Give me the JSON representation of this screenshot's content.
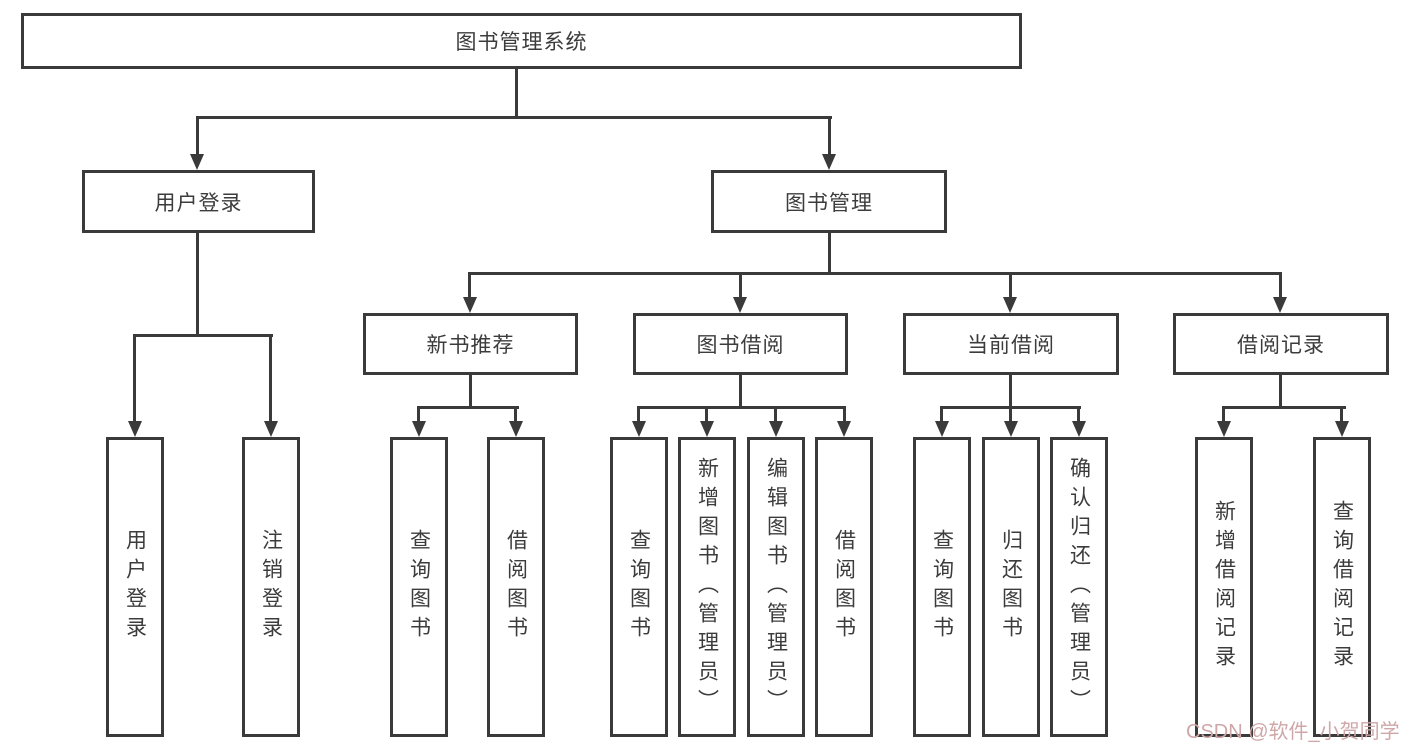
{
  "diagram": {
    "root": {
      "label": "图书管理系统"
    },
    "branches": [
      {
        "label": "用户登录",
        "children": [
          {
            "label": "用户登录"
          },
          {
            "label": "注销登录"
          }
        ]
      },
      {
        "label": "图书管理",
        "children": [
          {
            "label": "新书推荐",
            "children": [
              {
                "label": "查询图书"
              },
              {
                "label": "借阅图书"
              }
            ]
          },
          {
            "label": "图书借阅",
            "children": [
              {
                "label": "查询图书"
              },
              {
                "label": "新增图书（管理员）"
              },
              {
                "label": "编辑图书（管理员）"
              },
              {
                "label": "借阅图书"
              }
            ]
          },
          {
            "label": "当前借阅",
            "children": [
              {
                "label": "查询图书"
              },
              {
                "label": "归还图书"
              },
              {
                "label": "确认归还（管理员）"
              }
            ]
          },
          {
            "label": "借阅记录",
            "children": [
              {
                "label": "新增借阅记录"
              },
              {
                "label": "查询借阅记录"
              }
            ]
          }
        ]
      }
    ],
    "watermark": "CSDN @软件_小贺同学",
    "colors": {
      "line": "#3a3a3a",
      "text": "#3c3c3c",
      "watermark": "#cfa7a9",
      "background": "#ffffff"
    }
  }
}
